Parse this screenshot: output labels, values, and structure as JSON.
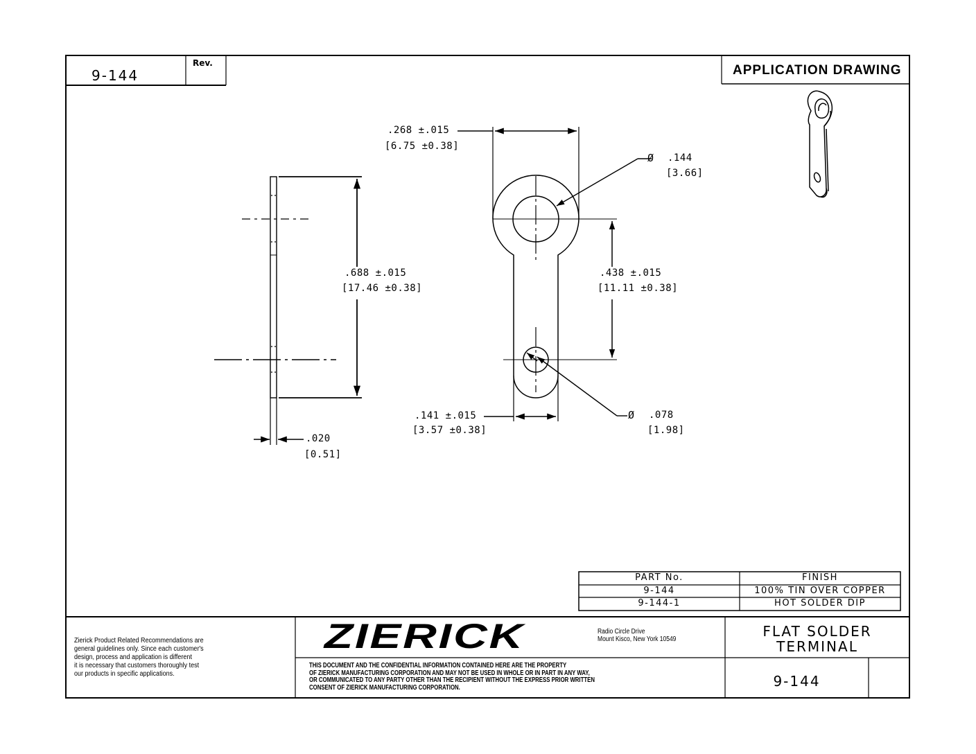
{
  "header": {
    "part_number": "9-144",
    "rev_label": "Rev.",
    "rev_value": "",
    "drawing_type": "APPLICATION DRAWING"
  },
  "dimensions": {
    "width_top": {
      "imperial": ".268 ±.015",
      "metric": "[6.75 ±0.38]"
    },
    "hole_large": {
      "symbol": "Ø",
      "imperial": ".144",
      "metric": "[3.66]"
    },
    "overall_length": {
      "imperial": ".688 ±.015",
      "metric": "[17.46 ±0.38]"
    },
    "hole_spacing": {
      "imperial": ".438 ±.015",
      "metric": "[11.11 ±0.38]"
    },
    "width_bottom": {
      "imperial": ".141 ±.015",
      "metric": "[3.57 ±0.38]"
    },
    "hole_small": {
      "symbol": "Ø",
      "imperial": ".078",
      "metric": "[1.98]"
    },
    "thickness": {
      "imperial": ".020",
      "metric": "[0.51]"
    }
  },
  "finish_table": {
    "headers": [
      "PART No.",
      "FINISH"
    ],
    "rows": [
      [
        "9-144",
        "100% TIN OVER COPPER"
      ],
      [
        "9-144-1",
        "HOT SOLDER DIP"
      ]
    ]
  },
  "title_block": {
    "disclaimer": [
      "Zierick Product Related Recommendations are",
      "general guidelines only. Since each customer's",
      "design, process and application is different",
      "it is necessary that customers thoroughly test",
      "our products in specific applications."
    ],
    "company_logo": "ZIERICK",
    "address_line1": "Radio Circle Drive",
    "address_line2": "Mount Kisco, New York 10549",
    "confidentiality": [
      "THIS DOCUMENT AND THE CONFIDENTIAL INFORMATION CONTAINED HERE ARE THE PROPERTY",
      "OF ZIERICK MANUFACTURING CORPORATION AND MAY NOT BE USED IN WHOLE OR IN PART IN ANY WAY,",
      "OR COMMUNICATED TO ANY PARTY OTHER THAN THE RECIPIENT WITHOUT THE EXPRESS PRIOR WRITTEN",
      "CONSENT OF ZIERICK MANUFACTURING CORPORATION."
    ],
    "product_name_line1": "FLAT SOLDER",
    "product_name_line2": "TERMINAL",
    "drawing_number": "9-144",
    "revision_cell": ""
  }
}
